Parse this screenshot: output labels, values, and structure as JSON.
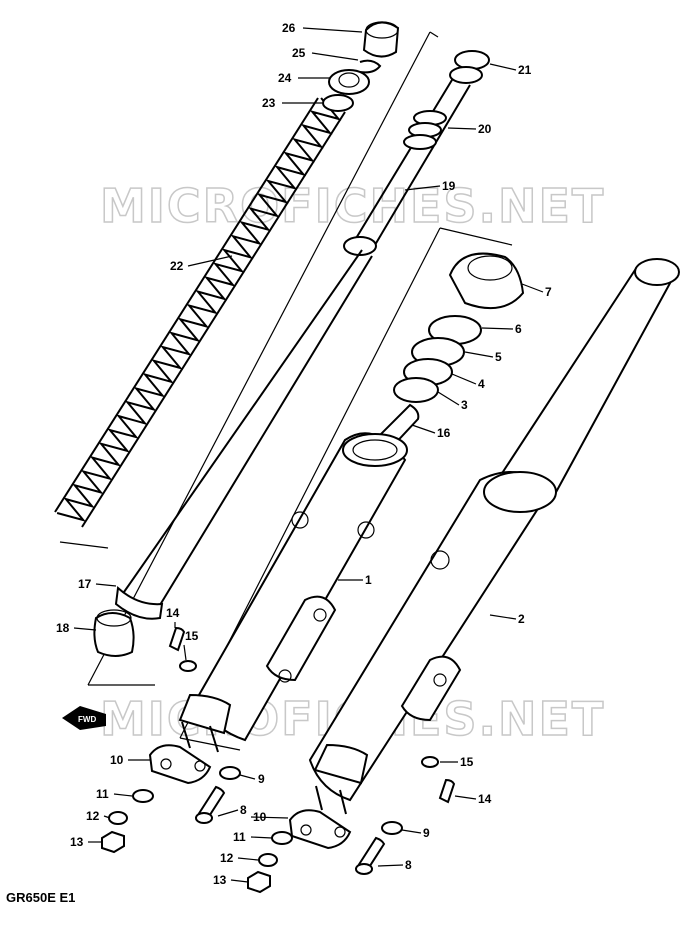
{
  "watermark": "MICROFICHES.NET",
  "model_code": "GR650E E1",
  "fwd_label": "FWD",
  "callouts": [
    "26",
    "25",
    "24",
    "23",
    "22",
    "21",
    "20",
    "19",
    "7",
    "6",
    "5",
    "4",
    "3",
    "16",
    "1",
    "2",
    "17",
    "18",
    "14",
    "15",
    "10",
    "9",
    "11",
    "8",
    "12",
    "13",
    "10",
    "11",
    "12",
    "13",
    "9",
    "8",
    "15",
    "14"
  ]
}
